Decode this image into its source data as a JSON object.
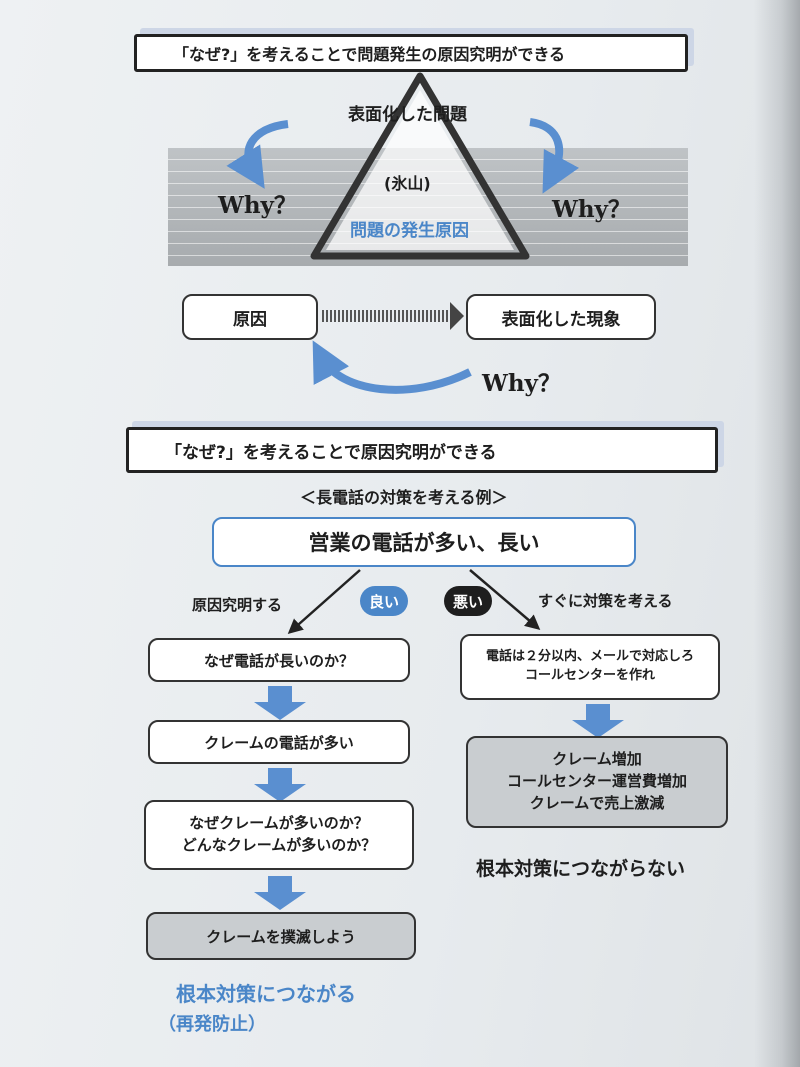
{
  "section1": {
    "header": "「なぜ?」を考えることで問題発生の原因究明ができる",
    "iceberg_top_label": "表面化した問題",
    "iceberg_name": "(氷山)",
    "iceberg_cause": "問題の発生原因",
    "why_left": "Why？",
    "why_right": "Why？",
    "cause_box": "原因",
    "phenomenon_box": "表面化した現象",
    "why_bottom": "Why？"
  },
  "section2": {
    "header": "「なぜ?」を考えることで原因究明ができる",
    "subtitle": "＜長電話の対策を考える例＞",
    "top_box": "営業の電話が多い、長い",
    "left_branch_label": "原因究明する",
    "right_branch_label": "すぐに対策を考える",
    "good_badge": "良い",
    "bad_badge": "悪い",
    "left_steps": [
      "なぜ電話が長いのか？",
      "クレームの電話が多い",
      "なぜクレームが多いのか？\nどんなクレームが多いのか？",
      "クレームを撲滅しよう"
    ],
    "right_steps": [
      "電話は２分以内、メールで対応しろ\nコールセンターを作れ",
      "クレーム増加\nコールセンター運営費増加\nクレームで売上激減"
    ],
    "left_result": "根本対策につながる",
    "left_result_sub": "（再発防止）",
    "right_result": "根本対策につながらない"
  },
  "colors": {
    "accent_blue": "#4a86c8",
    "arrow_blue": "#5a8fd0",
    "dark": "#222222",
    "gray_box": "#c9cdd0"
  }
}
